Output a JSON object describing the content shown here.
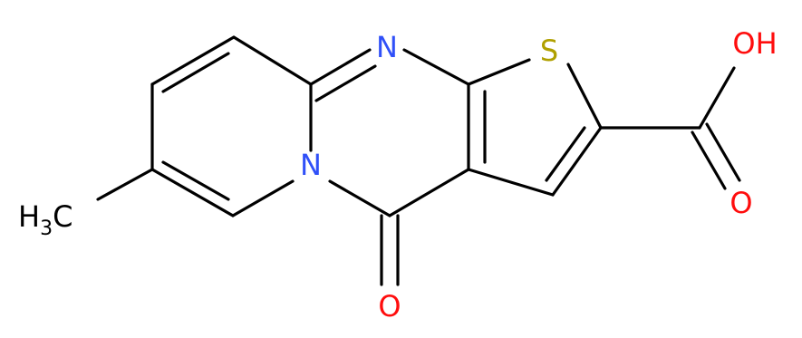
{
  "molecule": {
    "atoms": {
      "n_top": {
        "label": "N",
        "color": "#3050f8"
      },
      "n_ring": {
        "label": "N",
        "color": "#3050f8"
      },
      "s_ring": {
        "label": "S",
        "color": "#b0a000"
      },
      "o_hydroxyl": {
        "label": "OH",
        "color": "#ff0d0d"
      },
      "o_acid_carbonyl": {
        "label": "O",
        "color": "#ff0d0d"
      },
      "o_ketone": {
        "label": "O",
        "color": "#ff0d0d"
      },
      "methyl": {
        "label": "H",
        "subscript": "3",
        "suffix": "C",
        "color": "#000000"
      }
    }
  }
}
